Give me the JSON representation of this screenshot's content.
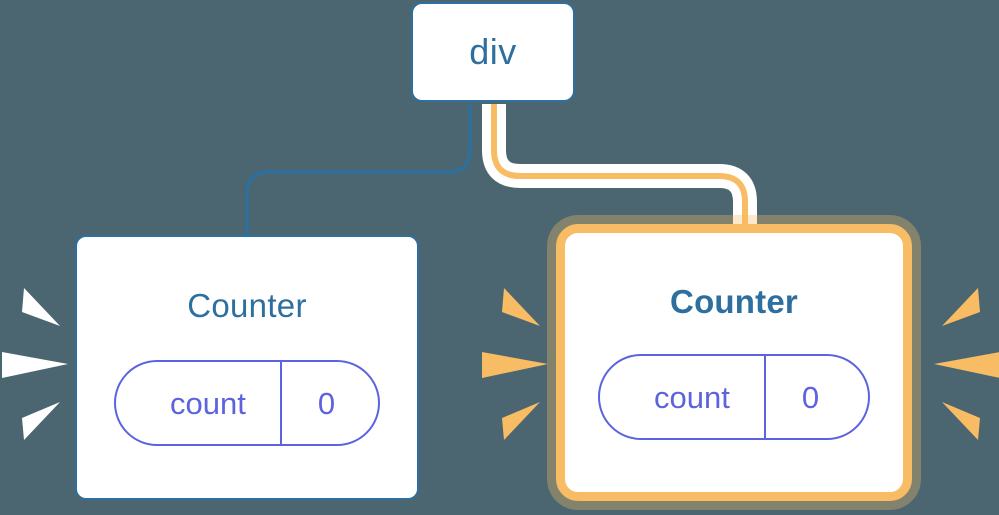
{
  "diagram": {
    "title": "react-component-tree-rerender",
    "background_color": "#4b6671",
    "blue": "#2d6f9e",
    "orange": "#f7bc64",
    "orange_glow": "#fbe0b6",
    "purple": "#5c63de",
    "white": "#ffffff"
  },
  "nodes": {
    "root": {
      "label": "div",
      "highlighted": false
    },
    "left_counter": {
      "title": "Counter",
      "highlighted": false,
      "state": {
        "key": "count",
        "value": "0"
      }
    },
    "right_counter": {
      "title": "Counter",
      "highlighted": true,
      "state": {
        "key": "count",
        "value": "0"
      }
    }
  },
  "edges": [
    {
      "name": "div-to-left-counter",
      "color": "#2d6f9e",
      "highlighted": false
    },
    {
      "name": "div-to-right-counter",
      "color": "#f7bc64",
      "highlighted": true
    }
  ],
  "bursts": [
    {
      "name": "left-counter-left-burst",
      "color": "#ffffff",
      "direction": "right"
    },
    {
      "name": "right-counter-left-burst",
      "color": "#f7bc64",
      "direction": "right"
    },
    {
      "name": "right-counter-right-burst",
      "color": "#f7bc64",
      "direction": "left"
    }
  ]
}
